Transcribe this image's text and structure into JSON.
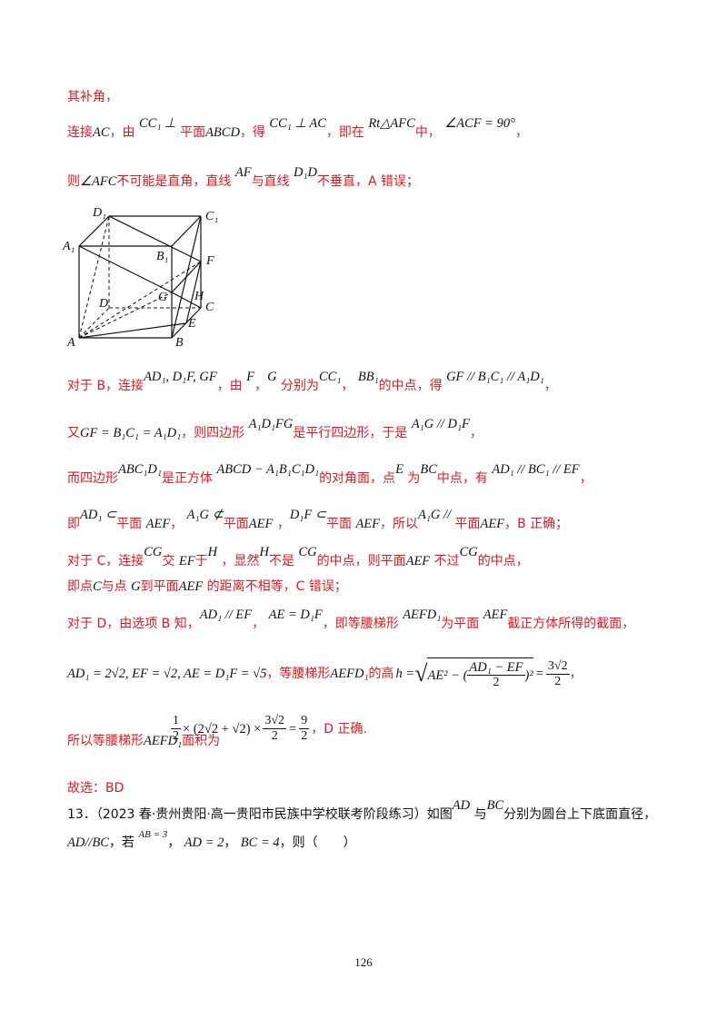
{
  "lines": {
    "l1": "其补角，",
    "l2a": "连接",
    "l2b": "AC",
    "l2c": "，由",
    "l2d": "CC₁ ⊥",
    "l2e": "平面",
    "l2f": "ABCD",
    "l2g": "，得",
    "l2h": "CC₁ ⊥ AC",
    "l2i": "，即在",
    "l2j": "Rt△AFC",
    "l2k": "中，",
    "l2l": "∠ACF = 90°",
    "l2m": "，",
    "l3a": "则",
    "l3b": "∠AFC",
    "l3c": "不可能是直角，直线",
    "l3d": "AF",
    "l3e": "与直线",
    "l3f": "D₁D",
    "l3g": "不垂直，A 错误；",
    "l4a": "对于 B，连接",
    "l4b": "AD₁, D₁F, GF",
    "l4c": "，由",
    "l4d": "F",
    "l4e": "，",
    "l4f": "G",
    "l4g": "分别为",
    "l4h": "CC₁",
    "l4i": "，",
    "l4j": "BB₁",
    "l4k": "的中点，得",
    "l4l": "GF // B₁C₁ // A₁D₁",
    "l4m": "，",
    "l5a": "又",
    "l5b": "GF = B₁C₁ = A₁D₁",
    "l5c": "，则四边形",
    "l5d": "A₁D₁FG",
    "l5e": "是平行四边形，于是",
    "l5f": "A₁G // D₁F",
    "l5g": "，",
    "l6a": "而四边形",
    "l6b": "ABC₁D₁",
    "l6c": "是正方体",
    "l6d": "ABCD − A₁B₁C₁D₁",
    "l6e": "的对角面，点",
    "l6f": "E",
    "l6g": "为",
    "l6h": "BC",
    "l6i": "中点，有",
    "l6j": "AD₁ // BC₁ // EF",
    "l6k": "，",
    "l7a": "即",
    "l7b": "AD₁ ⊂",
    "l7c": "平面",
    "l7d": "AEF",
    "l7e": "，",
    "l7f": "A₁G ⊄",
    "l7g": "平面",
    "l7h": "AEF",
    "l7i": "，",
    "l7j": "D₁F ⊂",
    "l7k": "平面",
    "l7l": "AEF",
    "l7m": "，所以",
    "l7n": "A₁G //",
    "l7o": "平面",
    "l7p": "AEF",
    "l7q": "，B 正确；",
    "l8a": "对于 C，连接",
    "l8b": "CG",
    "l8c": "交",
    "l8d": "EF",
    "l8e": "于",
    "l8f": "H",
    "l8g": "，显然",
    "l8h": "H",
    "l8i": "不是",
    "l8j": "CG",
    "l8k": "的中点，则平面",
    "l8l": "AEF",
    "l8m": "不过",
    "l8n": "CG",
    "l8o": "的中点，",
    "l9a": "即点",
    "l9b": "C",
    "l9c": "与点",
    "l9d": "G",
    "l9e": "到平面",
    "l9f": "AEF",
    "l9g": "的距离不相等，C 错误；",
    "l10a": "对于 D，由选项 B 知，",
    "l10b": "AD₁ // EF",
    "l10c": "，",
    "l10d": "AE = D₁F",
    "l10e": "，即等腰梯形",
    "l10f": "AEFD₁",
    "l10g": "为平面",
    "l10h": "AEF",
    "l10i": "截正方体所得的截面，",
    "l11a": "AD₁ = 2√2, EF = √2, AE = D₁F = √5",
    "l11b": "，等腰梯形",
    "l11c": "AEFD₁",
    "l11d": "的高",
    "l11e": "h =",
    "l11f": "AE² − (",
    "l11g": "AD₁ − EF",
    "l11h": "2",
    "l11i": ")²",
    "l11j": "=",
    "l11k": "3√2",
    "l11l": "2",
    "l11m": "，",
    "l12a": "1",
    "l12b": "2",
    "l12c": "× (2√2 + √2) ×",
    "l12d": "3√2",
    "l12e": "2",
    "l12f": "=",
    "l12g": "9",
    "l12h": "2",
    "l13a": "所以等腰梯形",
    "l13b": "AEFD₁",
    "l13c": "面积为",
    "l13d": "，D 正确.",
    "l14": "故选：BD",
    "l15a": "13．（2023 春·贵州贵阳·高一贵阳市民族中学校联考阶段练习）如图",
    "l15b": "AD",
    "l15c": "与",
    "l15d": "BC",
    "l15e": "分别为圆台上下底面直径，",
    "l16a": "AD//BC",
    "l16b": "，若",
    "l16c": "AB = 3",
    "l16d": "，",
    "l16e": "AD = 2",
    "l16f": "，",
    "l16g": "BC = 4",
    "l16h": "，则（　　）"
  },
  "figure": {
    "labels": {
      "D1": "D₁",
      "C1": "C₁",
      "A1": "A₁",
      "B1": "B₁",
      "F": "F",
      "G": "G",
      "H": "H",
      "D": "D",
      "C": "C",
      "E": "E",
      "A": "A",
      "B": "B"
    }
  },
  "page_number": "126"
}
